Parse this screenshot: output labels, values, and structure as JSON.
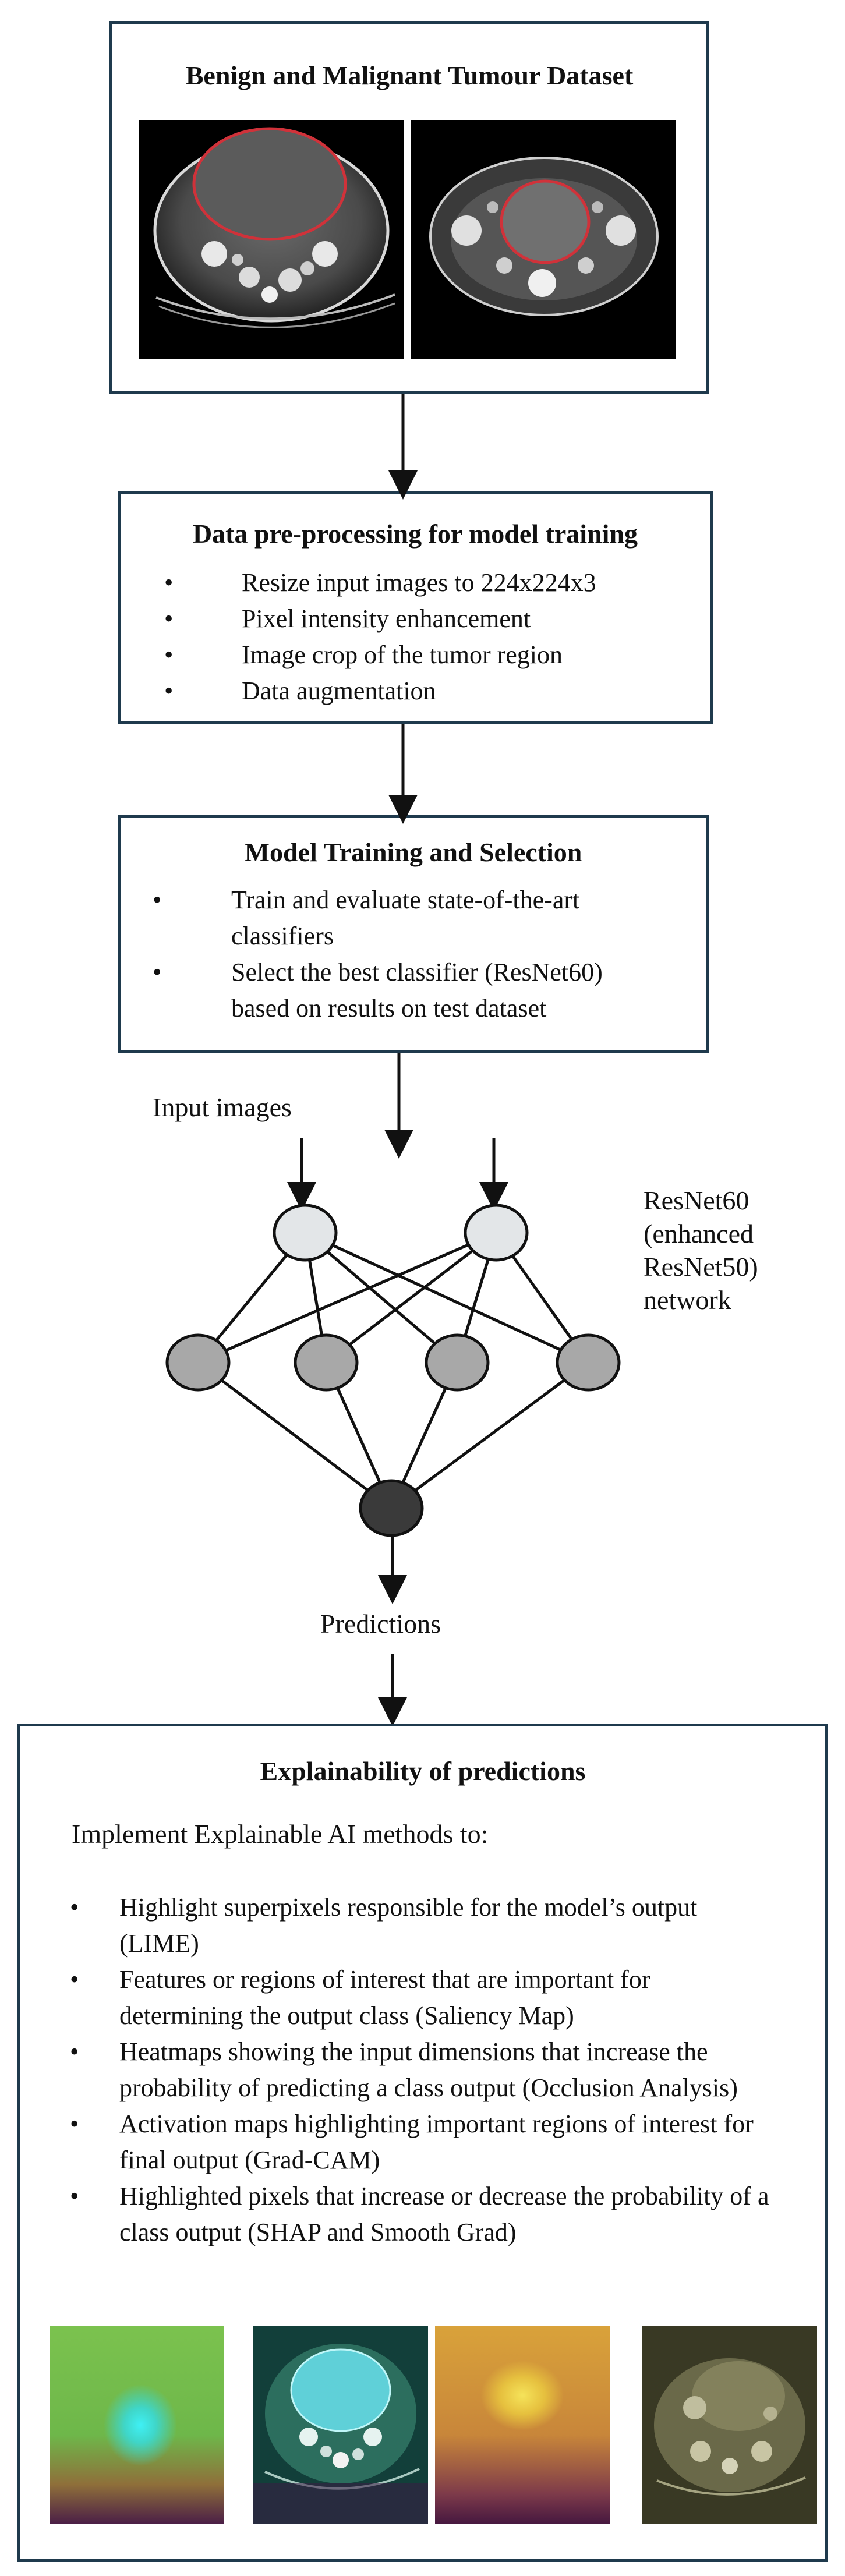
{
  "dataset": {
    "title": "Benign and Malignant Tumour Dataset"
  },
  "preprocessing": {
    "title": "Data pre-processing for model training",
    "items": [
      "Resize input images to 224x224x3",
      "Pixel intensity enhancement",
      "Image crop of the tumor region",
      "Data augmentation"
    ]
  },
  "training": {
    "title": "Model Training and Selection",
    "items": [
      "Train and evaluate state-of-the-art classifiers",
      "Select the best classifier (ResNet60) based on results on test dataset"
    ]
  },
  "network": {
    "input_label": "Input images",
    "model_label_1": "ResNet60",
    "model_label_2": "(enhanced",
    "model_label_3": "ResNet50)",
    "model_label_4": "network",
    "output_label": "Predictions",
    "colors": {
      "input": "#e3e6e8",
      "hidden": "#a8a8a8",
      "output": "#3a3a3a"
    }
  },
  "explainability": {
    "title": "Explainability of predictions",
    "intro": "Implement Explainable AI methods to:",
    "items": [
      "Highlight superpixels responsible for the model’s output (LIME)",
      "Features or regions of interest that are important for determining the output class (Saliency Map)",
      "Heatmaps showing the input dimensions that increase the probability of predicting a class output (Occlusion Analysis)",
      "Activation maps highlighting important regions of interest for final output (Grad-CAM)",
      "Highlighted pixels that increase or decrease the probability of a class output (SHAP and Smooth Grad)"
    ]
  },
  "bullet_symbol": "•"
}
